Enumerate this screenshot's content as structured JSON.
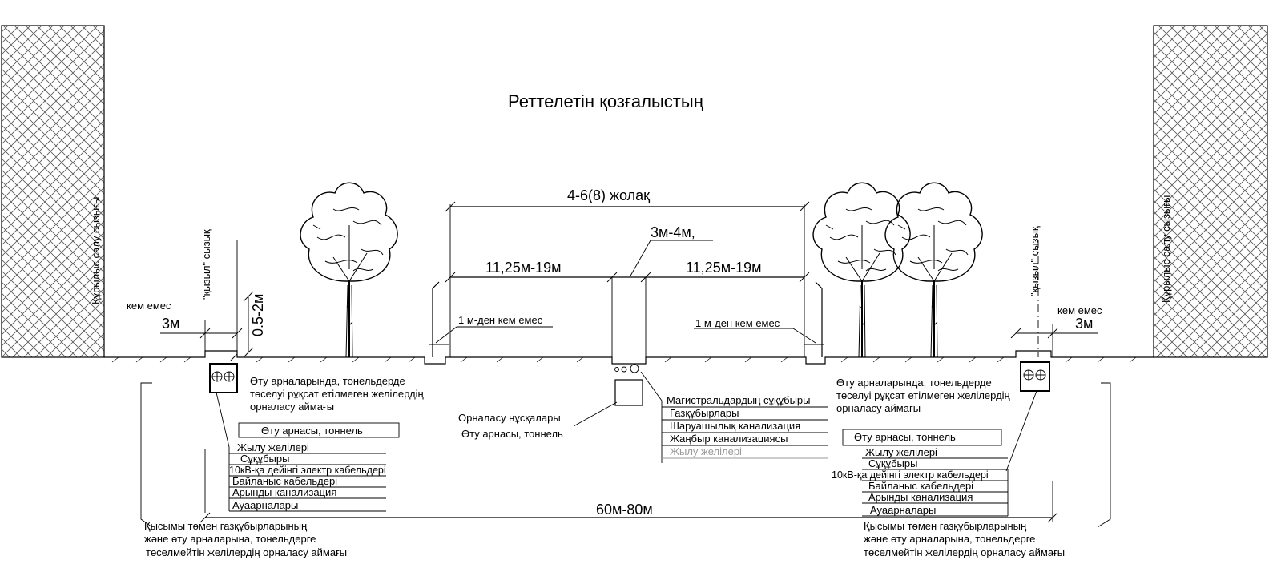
{
  "title": "Реттелетін қозғалыстың",
  "lanes_label": "4-6(8) жолақ",
  "median_label": "3м-4м,",
  "carriage_left": "11,25м-19м",
  "carriage_right": "11,25м-19м",
  "min_1m_left": "1 м-ден кем емес",
  "min_1m_right": "1 м-ден кем емес",
  "total_width": "60м-80м",
  "left": {
    "building_line": "Құрылыс салу сызығы",
    "red_line": "\"қызыл\" сызық",
    "not_less": "кем емес",
    "dim_3m": "3м",
    "dim_05_2m": "0.5-2м",
    "zone_note": [
      "Өту арналарында, тонельдерде",
      "төселуі рұқсат етілмеген желілердің",
      "орналасу аймағы"
    ],
    "tunnel_box": "Өту арнасы, тоннель",
    "networks": [
      "Жылу желілері",
      "Сұқұбыры",
      "10кВ-қа дейінгі электр кабельдері",
      "Байланыс кабельдері",
      "Арынды канализация",
      "Ауаарналары"
    ],
    "gas_note": [
      "Қысымы төмен газқұбырларының",
      "және өту арналарына, тонельдерге",
      "төселмейтін желілердің орналасу аймағы"
    ]
  },
  "right": {
    "building_line": "Құрылыс салу сызығы",
    "red_line": "\"қызыл\" сызық",
    "not_less": "кем емес",
    "dim_3m": "3м",
    "zone_note": [
      "Өту арналарында, тонельдерде",
      "төселуі рұқсат етілмеген желілердің",
      "орналасу аймағы"
    ],
    "tunnel_box": "Өту арнасы, тоннель",
    "networks": [
      "Жылу желілері",
      "Сұқұбыры",
      "10кВ-қа дейінгі электр кабельдері",
      "Байланыс кабельдері",
      "Арынды канализация",
      "Ауаарналары"
    ],
    "gas_note": [
      "Қысымы төмен газқұбырларының",
      "және өту арналарына, тонельдерге",
      "төселмейтін желілердің орналасу аймағы"
    ]
  },
  "center": {
    "placement_label": "Орналасу нұсқалары",
    "tunnel_label": "Өту арнасы, тоннель",
    "networks": [
      "Магистральдардың сұқұбыры",
      "Газқұбырлары",
      "Шаруашылық канализация",
      "Жаңбыр канализациясы",
      "Жылу желілері"
    ]
  }
}
